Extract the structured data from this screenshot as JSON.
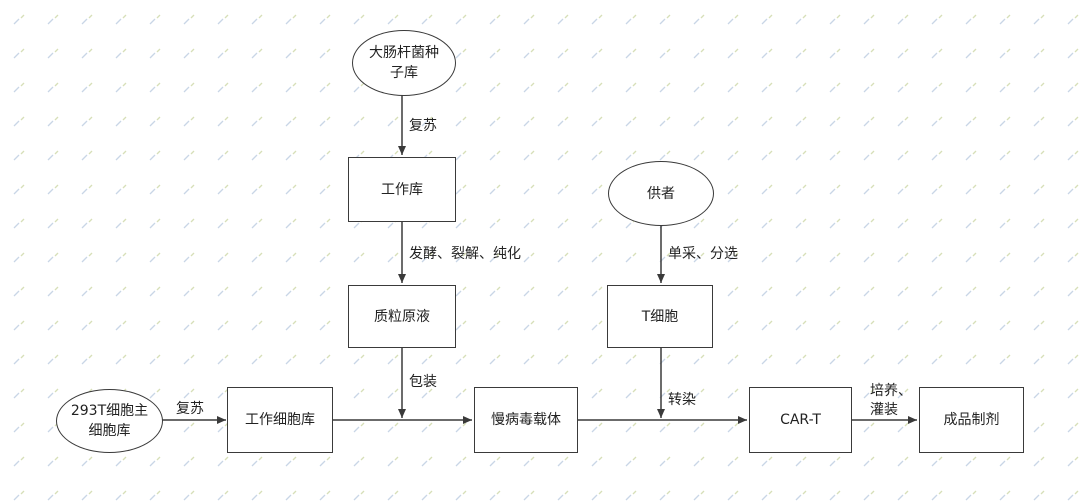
{
  "nodes": {
    "ecoli_seed_bank": "大肠杆菌种子库",
    "working_bank": "工作库",
    "plasmid_stock": "质粒原液",
    "cell_293t_master_bank": "293T细胞主细胞库",
    "working_cell_bank": "工作细胞库",
    "lentiviral_vector": "慢病毒载体",
    "donor": "供者",
    "t_cell": "T细胞",
    "car_t": "CAR-T",
    "final_product": "成品制剂"
  },
  "edge_labels": {
    "revive_1": "复苏",
    "ferment": "发酵、裂解、纯化",
    "package": "包装",
    "revive_2": "复苏",
    "apheresis": "单采、分选",
    "transfect": "转染",
    "culture_line1": "培养、",
    "culture_line2": "灌装"
  },
  "colors": {
    "stroke": "#3a3a3a",
    "watermark": "#c9d6e6"
  }
}
